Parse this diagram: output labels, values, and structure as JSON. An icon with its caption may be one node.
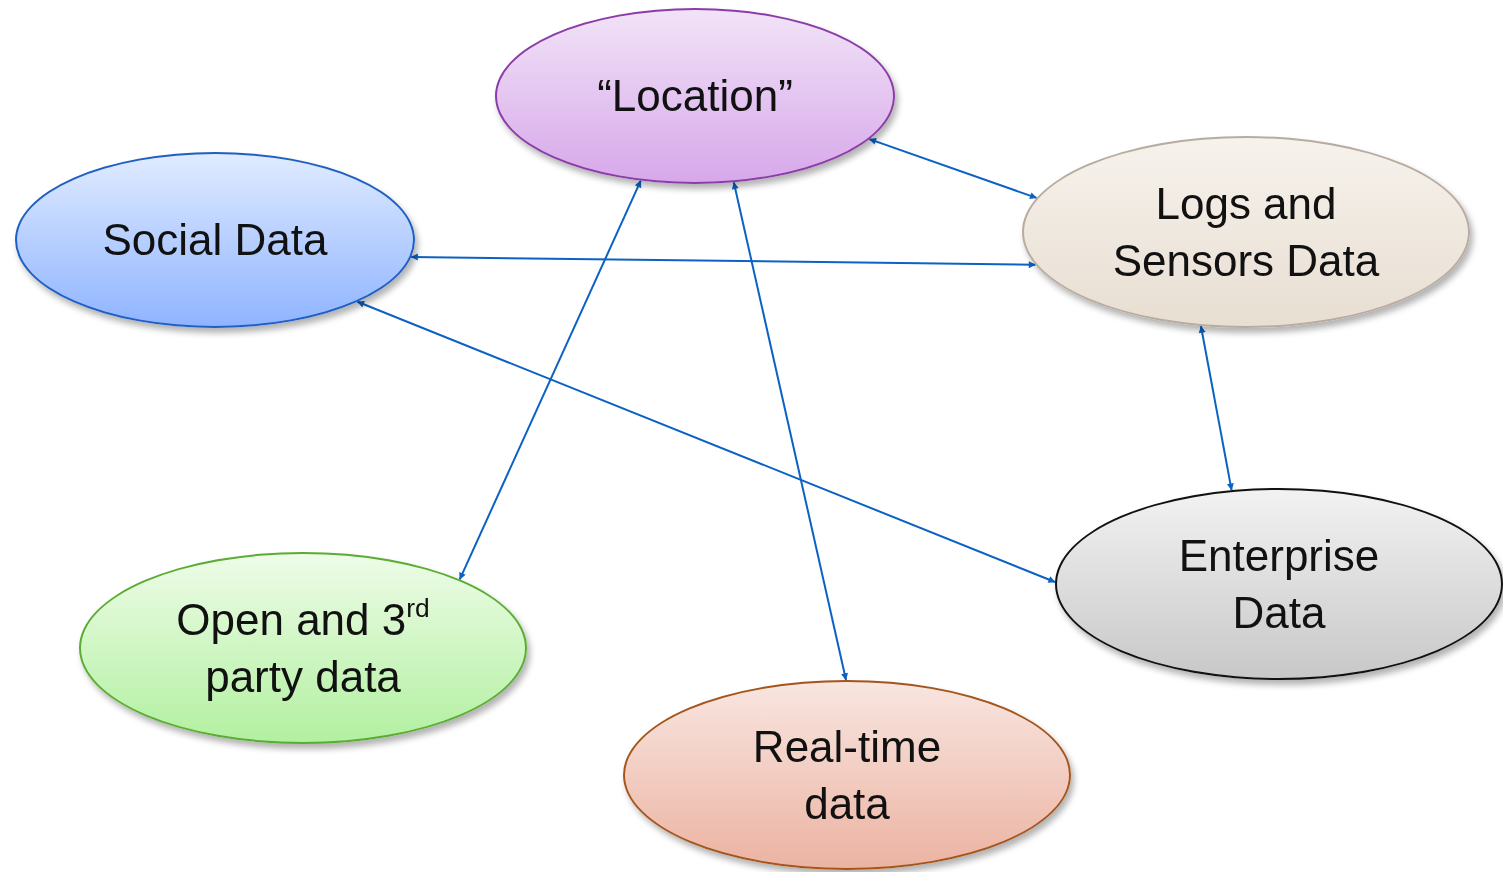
{
  "diagram": {
    "nodes": [
      {
        "text": [
          "“Location”"
        ]
      },
      {
        "text": [
          "Social Data"
        ]
      },
      {
        "text": [
          "Logs and Sensors Data"
        ]
      },
      {
        "text": [
          "Enterprise Data"
        ]
      },
      {
        "text": [
          "Open  and 3$^{rd}$ party data"
        ]
      },
      {
        "text": [
          "Real-time data"
        ]
      }
    ],
    "edges": [
      {
        "from": 0,
        "to": 2,
        "arrow": "both"
      },
      {
        "from": 1,
        "to": 2,
        "arrow": "both"
      },
      {
        "from": 1,
        "to": 3,
        "arrow": "both"
      },
      {
        "from": 0,
        "to": 4,
        "arrow": "both"
      },
      {
        "from": 0,
        "to": 5,
        "arrow": "both"
      },
      {
        "from": 2,
        "to": 3,
        "arrow": "both"
      }
    ]
  }
}
